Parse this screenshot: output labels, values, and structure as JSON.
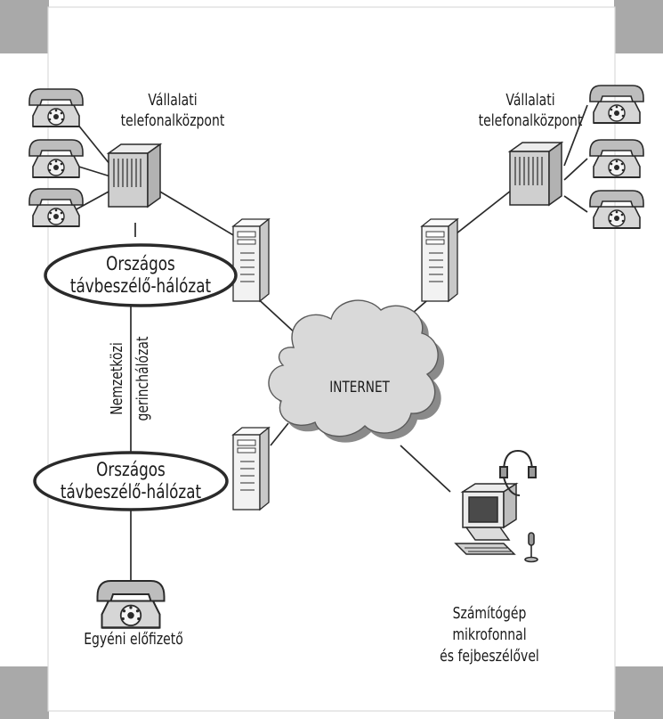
{
  "labels": {
    "pbx_left": [
      "Vállalati",
      "telefonalközpont"
    ],
    "pbx_right": [
      "Vállalati",
      "telefonalközpont"
    ],
    "national_top": [
      "Országos",
      "távbeszélő-hálózat"
    ],
    "national_bottom": [
      "Országos",
      "távbeszélő-hálózat"
    ],
    "backbone": [
      "Nemzetközi",
      "gerinchálózat"
    ],
    "internet": "INTERNET",
    "subscriber": "Egyéni előfizető",
    "computer": [
      "Számítógép",
      "mikrofonnal",
      "és fejbeszélővel"
    ]
  },
  "colors": {
    "corner": "#a9a9a9",
    "line": "#2a2a2a",
    "cloud": "#d9d9d9",
    "cloud_shadow": "#8a8a8a",
    "ellipse_stroke": "#2a2a2a",
    "server_fill": "#f2f2f2",
    "pbx_fill": "#d4d4d4",
    "phone_fill": "#d6d6d6"
  },
  "icons": [
    "telephone-icon",
    "pbx-switch-icon",
    "server-icon",
    "cloud-icon",
    "computer-icon",
    "headset-icon",
    "microphone-icon"
  ]
}
